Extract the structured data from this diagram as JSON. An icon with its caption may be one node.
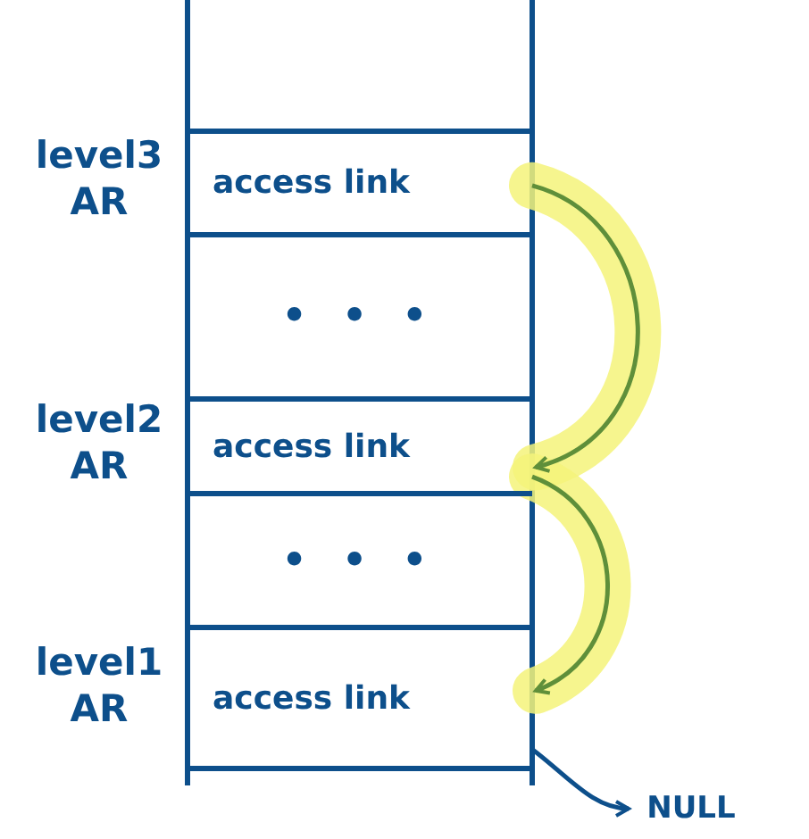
{
  "diagram": {
    "nodes": [
      {
        "text": [
          "access link"
        ]
      },
      {
        "text": [
          "• • •"
        ]
      },
      {
        "text": [
          "access link"
        ]
      },
      {
        "text": [
          "• • •"
        ]
      },
      {
        "text": [
          "access link"
        ]
      },
      {
        "text": [
          "NULL"
        ]
      }
    ],
    "edges": [
      {
        "from": 0,
        "to": 2,
        "arrow": "to",
        "color": "#5f8f3a"
      },
      {
        "from": 2,
        "to": 4,
        "arrow": "to",
        "color": "#5f8f3a"
      },
      {
        "from": 4,
        "to": 5,
        "arrow": "to"
      }
    ],
    "labels": [
      "level3 AR",
      "level2 AR",
      "level1 AR"
    ]
  }
}
